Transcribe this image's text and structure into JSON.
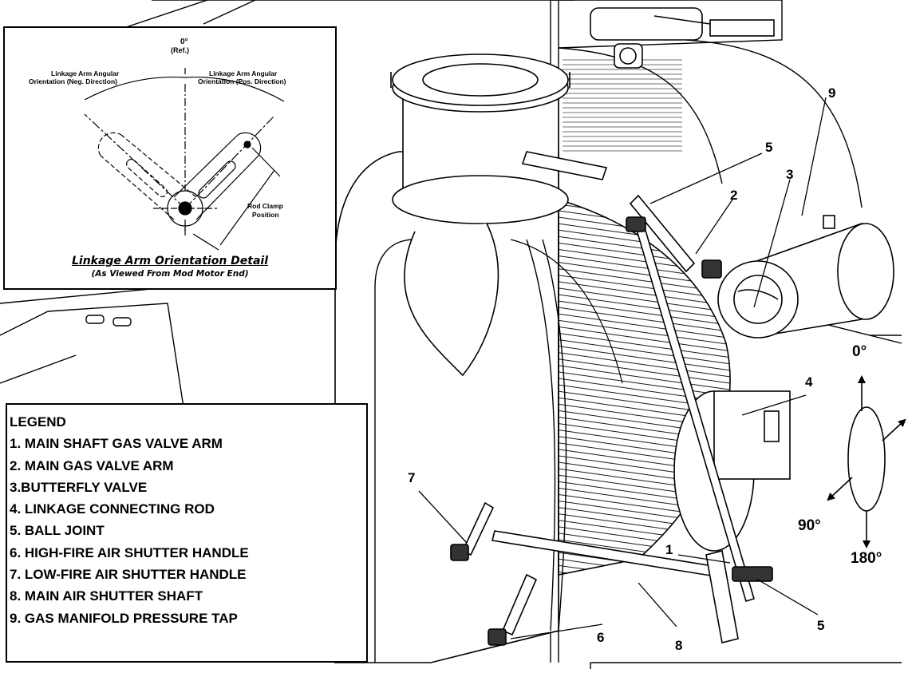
{
  "detail": {
    "zero_ref": "0°",
    "ref": "(Ref.)",
    "neg_line1": "Linkage Arm Angular",
    "neg_line2": "Orientation (Neg. Direction)",
    "pos_line1": "Linkage Arm Angular",
    "pos_line2": "Orientation (Pos. Direction)",
    "clamp_line1": "Rod Clamp",
    "clamp_line2": "Position",
    "title": "Linkage Arm Orientation Detail",
    "subtitle": "(As Viewed From Mod Motor End)"
  },
  "callouts": {
    "c1": "1",
    "c2": "2",
    "c3": "3",
    "c4": "4",
    "c5a": "5",
    "c5b": "5",
    "c6": "6",
    "c7": "7",
    "c8": "8",
    "c9": "9"
  },
  "orientation": {
    "deg0": "0°",
    "deg90": "90°",
    "deg180": "180°"
  },
  "legend": {
    "heading": "LEGEND",
    "items": [
      "1. MAIN SHAFT GAS VALVE ARM",
      "2. MAIN GAS VALVE ARM",
      "3.BUTTERFLY VALVE",
      "4. LINKAGE CONNECTING ROD",
      "5. BALL JOINT",
      "6. HIGH-FIRE AIR SHUTTER HANDLE",
      "7. LOW-FIRE AIR SHUTTER HANDLE",
      "8. MAIN AIR SHUTTER SHAFT",
      "9. GAS MANIFOLD PRESSURE TAP"
    ]
  }
}
